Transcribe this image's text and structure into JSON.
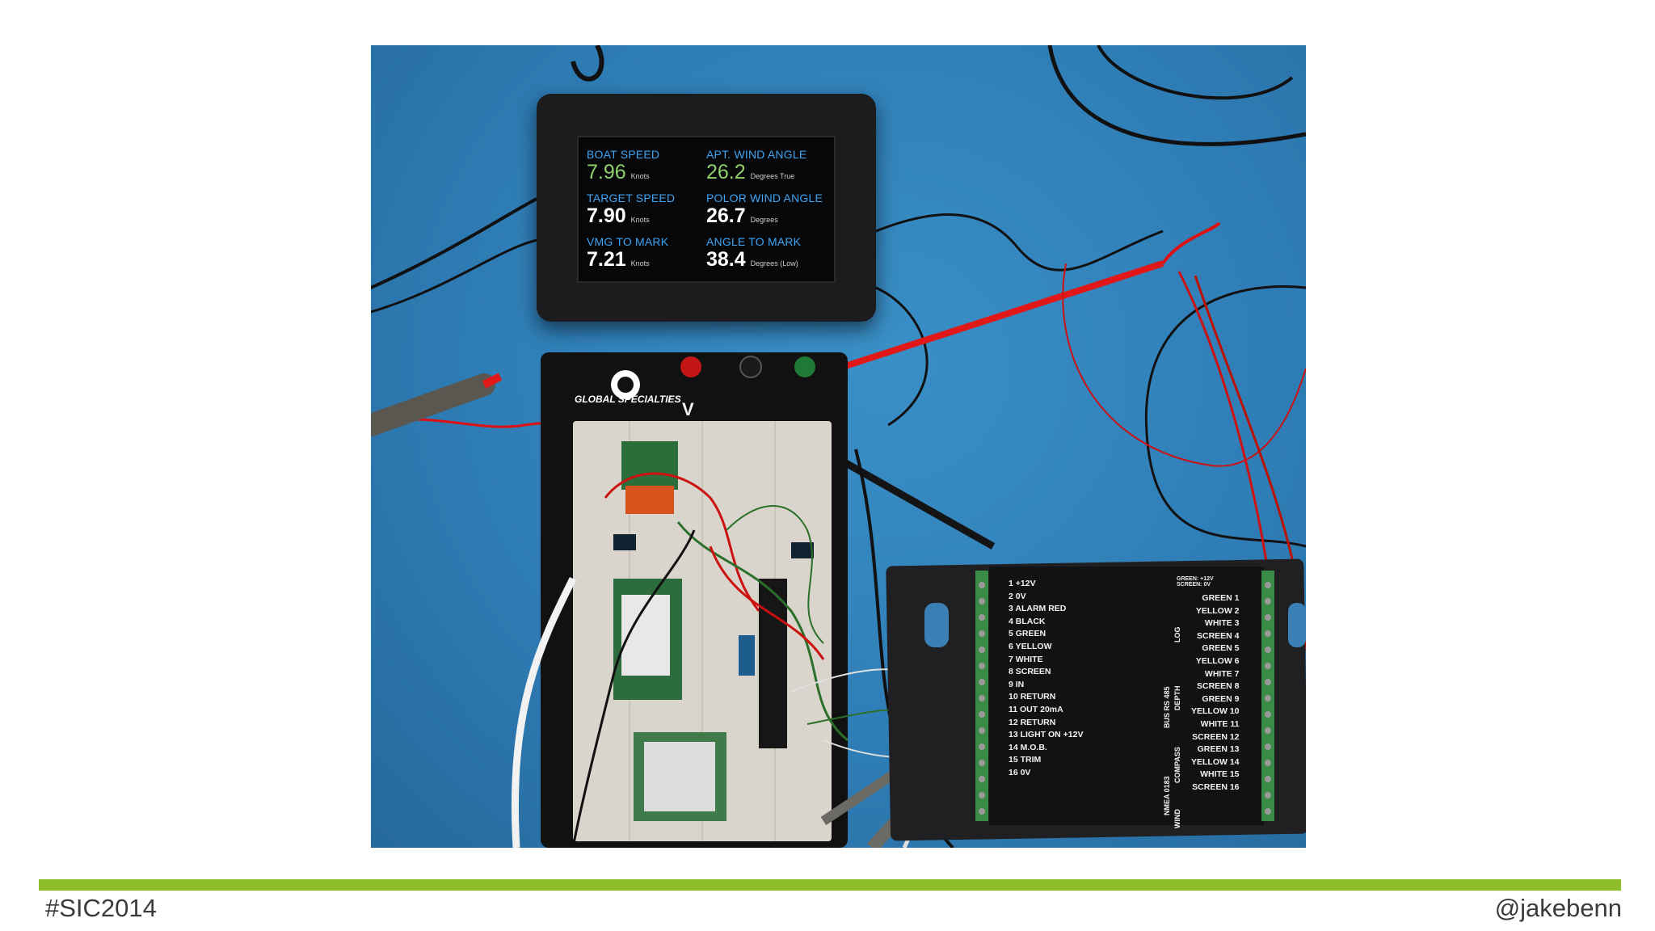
{
  "display": {
    "metrics": [
      {
        "label": "BOAT SPEED",
        "value": "7.96",
        "unit": "Knots",
        "highlight": true
      },
      {
        "label": "APT. WIND ANGLE",
        "value": "26.2",
        "unit": "Degrees True",
        "highlight": true
      },
      {
        "label": "TARGET SPEED",
        "value": "7.90",
        "unit": "Knots",
        "highlight": false
      },
      {
        "label": "POLOR WIND ANGLE",
        "value": "26.7",
        "unit": "Degrees",
        "highlight": false
      },
      {
        "label": "VMG TO MARK",
        "value": "7.21",
        "unit": "Knots",
        "highlight": false
      },
      {
        "label": "ANGLE TO MARK",
        "value": "38.4",
        "unit": "Degrees (Low)",
        "highlight": false
      }
    ]
  },
  "breadboard": {
    "brand": "GLOBAL SPECIALTIES",
    "voltage_label": "V"
  },
  "junction_box": {
    "left_terminals": [
      "1 +12V",
      "2 0V",
      "3 ALARM RED",
      "4 BLACK",
      "5 GREEN",
      "6 YELLOW",
      "7 WHITE",
      "8 SCREEN",
      "9 IN",
      "10 RETURN",
      "11 OUT 20mA",
      "12 RETURN",
      "13 LIGHT ON +12V",
      "14 M.O.B.",
      "15 TRIM",
      "16 0V"
    ],
    "left_groups": [
      "BUS RS 485",
      "NMEA 0183"
    ],
    "right_header": "GREEN: +12V SCREEN: 0V",
    "right_terminals": [
      "GREEN 1",
      "YELLOW 2",
      "WHITE 3",
      "SCREEN 4",
      "GREEN 5",
      "YELLOW 6",
      "WHITE 7",
      "SCREEN 8",
      "GREEN 9",
      "YELLOW 10",
      "WHITE 11",
      "SCREEN 12",
      "GREEN 13",
      "YELLOW 14",
      "WHITE 15",
      "SCREEN 16"
    ],
    "right_groups": [
      "LOG",
      "DEPTH",
      "COMPASS",
      "WIND"
    ]
  },
  "footer": {
    "left": "#SIC2014",
    "right": "@jakebenn",
    "bar_color": "#8dbd2a"
  }
}
